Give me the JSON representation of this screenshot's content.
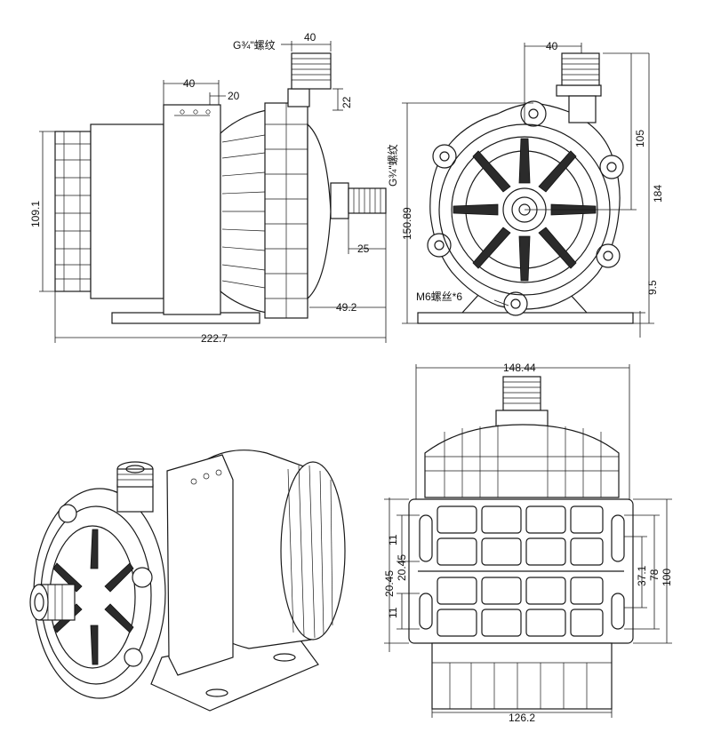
{
  "views": {
    "side": {
      "thread_label": "G¾\"螺纹",
      "dims": {
        "outlet_width": "40",
        "outlet_height": "22",
        "bracket_width": "40",
        "bracket_slot": "20",
        "motor_height": "109.1",
        "outlet_length": "25",
        "pump_depth": "49.2",
        "total_length": "222.7"
      }
    },
    "front": {
      "thread_label": "G¾\"螺纹",
      "screw_label": "M6螺丝*6",
      "dims": {
        "outlet_offset": "40",
        "outlet_to_center": "105",
        "total_height": "184",
        "center_height": "150.89",
        "base_height": "9.5"
      }
    },
    "top": {
      "dims": {
        "head_width": "148.44",
        "slot_a": "11",
        "slot_b": "20.45",
        "slot_c": "20.45",
        "slot_d": "11",
        "mid_span": "37.1",
        "hole_span": "78",
        "base_depth": "100",
        "base_width": "126.2"
      }
    }
  },
  "colors": {
    "line": "#1a1a1a",
    "background": "#ffffff"
  }
}
